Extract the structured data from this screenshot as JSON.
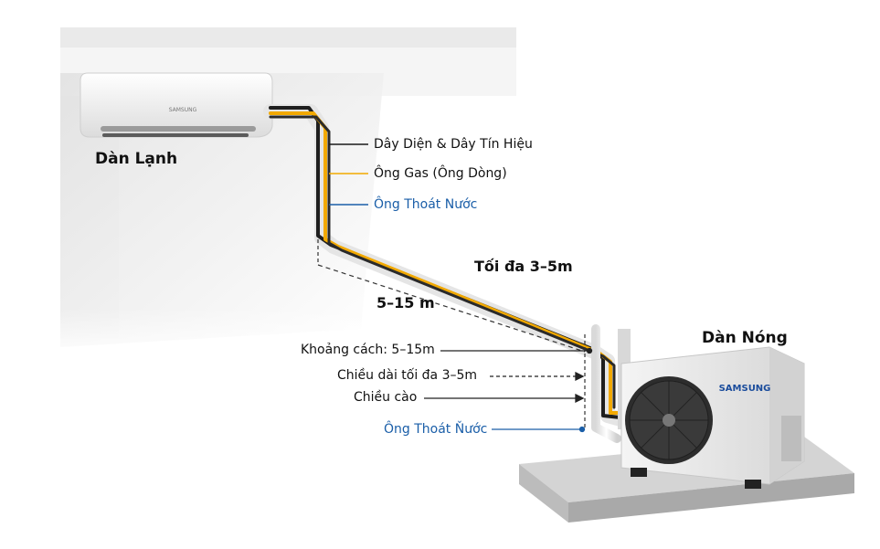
{
  "indoor_unit": {
    "label": "Dàn Lạnh",
    "brand": "SAMSUNG"
  },
  "outdoor_unit": {
    "label": "Dàn Nóng",
    "brand": "SAMSUNG"
  },
  "legend": {
    "power_signal": "Dây Diện & Dây Tín Hiệu",
    "gas": "Ông Gas (Ông Dòng)",
    "drain": "Ông Thoát Nước"
  },
  "dimensions": {
    "pipe_max": "Tối đa 3–5m",
    "distance": "5–15 m"
  },
  "notes": {
    "distance": "Khoảng cách: 5–15m",
    "max_length": "Chiều dài tối đa 3–5m",
    "height": "Chiều cào",
    "drain": "Ông Thoát Ňước"
  },
  "colors": {
    "power_line": "#1a1a1a",
    "gas_line": "#f2a900",
    "drain_line": "#1a5ea8",
    "wall": "#e9e9e9",
    "pad": "#c8c8c8"
  }
}
